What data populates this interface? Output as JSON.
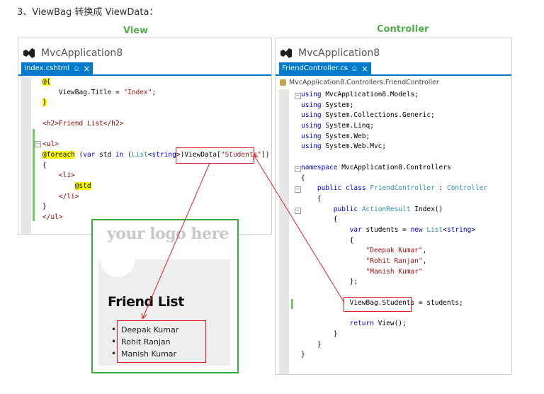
{
  "heading": "3、ViewBag 转换成 ViewData：",
  "labels": {
    "view": "View",
    "controller": "Controller"
  },
  "left": {
    "app_title": "MvcApplication8",
    "tab": "Index.cshtml",
    "lines": [
      [
        "@{"
      ],
      [
        "    ViewBag.Title = ",
        "\"Index\"",
        ";"
      ],
      [
        "}"
      ],
      [
        ""
      ],
      [
        "<h2>Friend List</h2>"
      ],
      [
        ""
      ],
      [
        "<ul>"
      ],
      [
        "@foreach",
        " (",
        "var",
        " std ",
        "in",
        " (",
        "List",
        "<",
        "string",
        ">)",
        "ViewData[",
        "\"Students\"",
        "])"
      ],
      [
        "{"
      ],
      [
        "    <li>"
      ],
      [
        "        ",
        "@std"
      ],
      [
        "    </li>"
      ],
      [
        "}"
      ],
      [
        "</ul>"
      ]
    ]
  },
  "right": {
    "app_title": "MvcApplication8",
    "tab": "FriendController.cs",
    "breadcrumb": "MvcApplication8.Controllers.FriendController",
    "lines": [
      "using MvcApplication8.Models;",
      "using System;",
      "using System.Collections.Generic;",
      "using System.Linq;",
      "using System.Web;",
      "using System.Web.Mvc;",
      "",
      "namespace MvcApplication8.Controllers",
      "{",
      "    public class FriendController : Controller",
      "    {",
      "        public ActionResult Index()",
      "        {",
      "            var students = new List<string>",
      "            {",
      "                \"Deepak Kumar\",",
      "                \"Rohit Ranjan\",",
      "                \"Manish Kumar\"",
      "            };",
      "",
      "            ViewBag.Students = students;",
      "",
      "            return View();",
      "        }",
      "    }",
      "}"
    ]
  },
  "preview": {
    "logo": "your logo here",
    "title": "Friend List",
    "items": [
      "Deepak Kumar",
      "Rohit Ranjan",
      "Manish Kumar"
    ]
  },
  "colors": {
    "accent": "#007acc",
    "keyword": "#0000ff",
    "type": "#2b91af",
    "string": "#a31515",
    "annotation": "#e02020",
    "frame": "#3bab3b"
  }
}
